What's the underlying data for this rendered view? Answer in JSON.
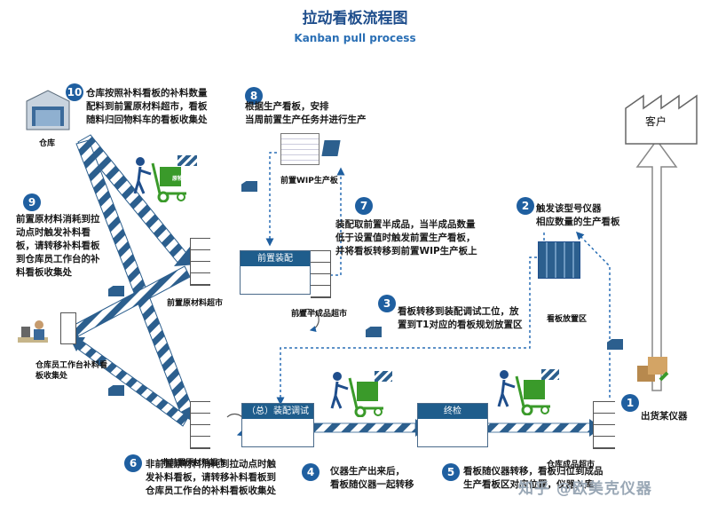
{
  "title": "拉动看板流程图",
  "subtitle": "Kanban pull process",
  "customer": "客户",
  "locations": {
    "warehouse": "仓库",
    "pre_wip_board": "前置WIP生产板",
    "pre_raw_market": "前置原材料超市",
    "pre_semi_market": "前置半成品超市",
    "board_area": "看板放置区",
    "staff_station": "仓库员工作台补料看板收集处",
    "non_pre_raw_market": "非前置原材料超市",
    "finished_market": "仓库成品超市",
    "shipment": "出货某仪器"
  },
  "processes": {
    "pre_assembly": "前置装配",
    "assembly": "（总）装配调试",
    "final_inspection": "终检"
  },
  "steps": [
    {
      "num": "1",
      "text": "出货某仪器"
    },
    {
      "num": "2",
      "text": "触发该型号仪器\n相应数量的生产看板"
    },
    {
      "num": "3",
      "text": "看板转移到装配调试工位，放\n置到T1对应的看板规划放置区"
    },
    {
      "num": "4",
      "text": "仪器生产出来后，\n看板随仪器一起转移"
    },
    {
      "num": "5",
      "text": "看板随仪器转移，看板归位到成品\n生产看板区对应位置，仪器入库"
    },
    {
      "num": "6",
      "text": "非前置原材料消耗到拉动点时触\n发补料看板，请转移补料看板到\n仓库员工作台的补料看板收集处"
    },
    {
      "num": "7",
      "text": "装配取前置半成品，当半成品数量\n低于设置值时触发前置生产看板，\n并将看板转移到前置WIP生产板上"
    },
    {
      "num": "8",
      "text": "根据生产看板，安排\n当周前置生产任务并进行生产"
    },
    {
      "num": "9",
      "text": "前置原材料消耗到拉\n动点时触发补料看\n板，请转移补料看板\n到仓库员工作台的补\n料看板收集处"
    },
    {
      "num": "10",
      "text": "仓库按照补料看板的补料数量\n配料到前置原材料超市，看板\n随料归回物料车的看板收集处"
    }
  ],
  "cart_label": "原物料",
  "watermark": "知乎 @欧美克仪器",
  "colors": {
    "navy": "#1f4e8c",
    "card": "#2c5f8e",
    "forklift": "#3a9a2a",
    "arrow": "#1f5fa0"
  }
}
